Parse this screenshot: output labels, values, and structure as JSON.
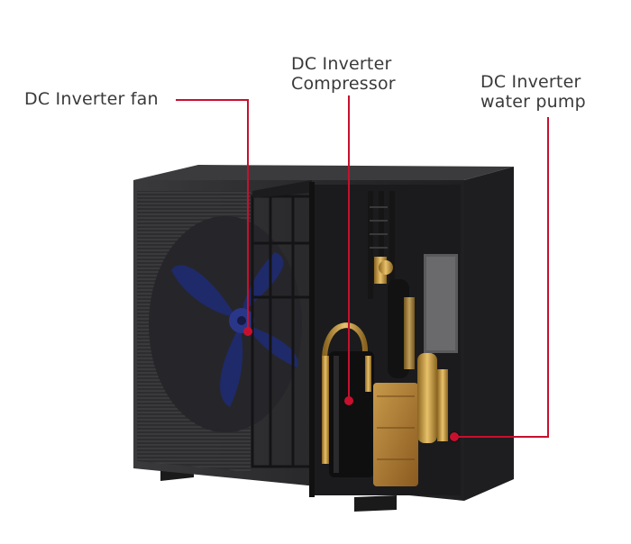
{
  "labels": {
    "fan": "DC Inverter  fan",
    "compressor": [
      "DC Inverter",
      "Compressor"
    ],
    "water_pump": [
      "DC Inverter",
      "water pump"
    ]
  },
  "colors": {
    "callout_line": "#c8102e",
    "unit_body": "#2b2b2d",
    "fan_blade": "#1f2a6b",
    "copper": "#c79a3a",
    "label_text": "#3a3a3a"
  },
  "icons": [
    "heat-pump-unit",
    "fan-blade",
    "compressor",
    "water-pump",
    "heat-exchanger"
  ]
}
